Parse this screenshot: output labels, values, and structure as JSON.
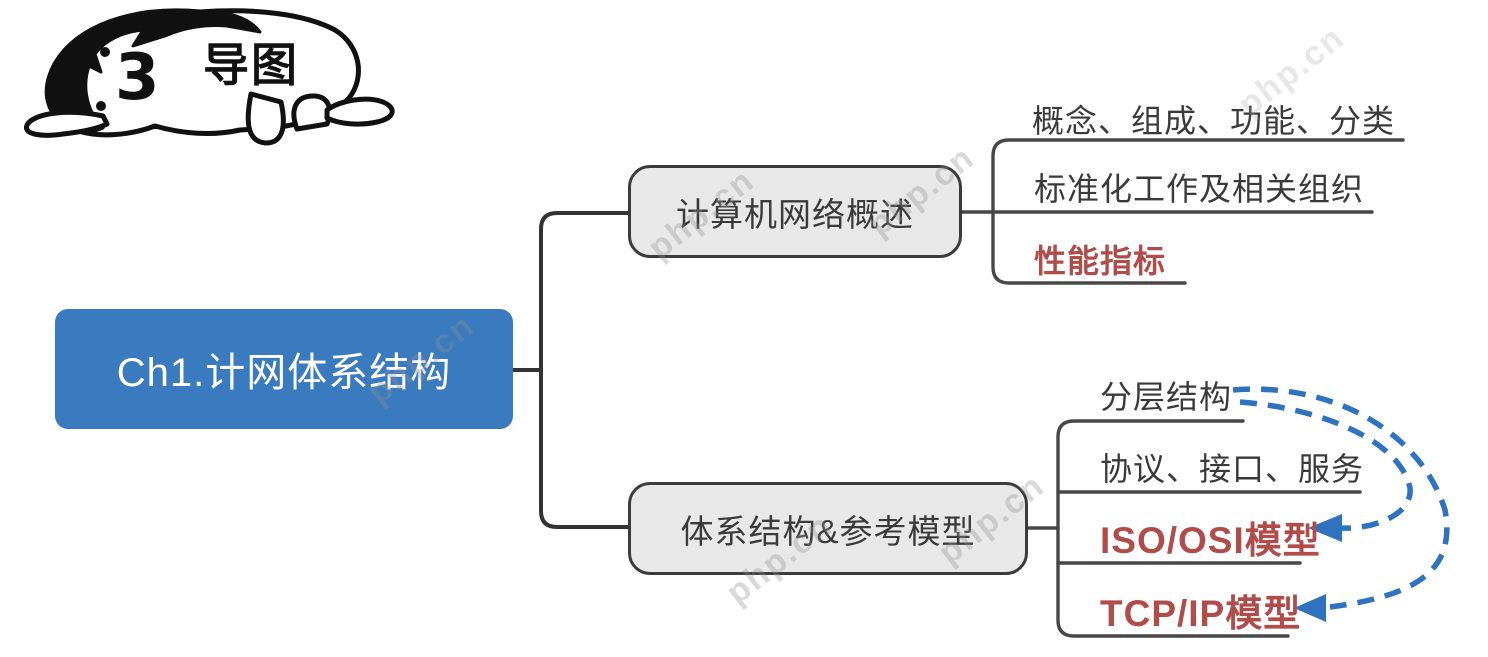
{
  "mascot": {
    "label": "导图",
    "mouth": "3"
  },
  "watermark": {
    "text": "php.cn"
  },
  "root": {
    "label": "Ch1.计网体系结构"
  },
  "branches": [
    {
      "label": "计算机网络概述",
      "children": [
        {
          "label": "概念、组成、功能、分类",
          "emphasis": false
        },
        {
          "label": "标准化工作及相关组织",
          "emphasis": false
        },
        {
          "label": "性能指标",
          "emphasis": true
        }
      ]
    },
    {
      "label": "体系结构&参考模型",
      "children": [
        {
          "label": "分层结构",
          "emphasis": false
        },
        {
          "label": "协议、接口、服务",
          "emphasis": false
        },
        {
          "label": "ISO/OSI模型",
          "emphasis": true
        },
        {
          "label": "TCP/IP模型",
          "emphasis": true
        }
      ]
    }
  ],
  "annotations": {
    "arrows": [
      {
        "from": "分层结构",
        "to": "ISO/OSI模型",
        "style": "dashed-curve"
      },
      {
        "from": "分层结构",
        "to": "TCP/IP模型",
        "style": "dashed-curve"
      }
    ]
  },
  "colors": {
    "root-blue": "#3a7abf",
    "arrow-blue": "#2e72c0",
    "emphasis-red": "#b04c49",
    "node-fill": "#e9e8e8",
    "node-border": "#3b3b3b",
    "line": "#333333",
    "text-dark": "#3a3a3a"
  }
}
